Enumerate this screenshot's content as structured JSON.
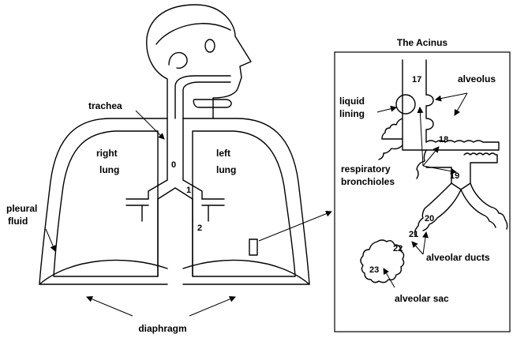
{
  "title": "The Acinus",
  "labels": {
    "trachea": "trachea",
    "right_lung": [
      "right",
      "lung"
    ],
    "left_lung": [
      "left",
      "lung"
    ],
    "pleural_fluid": [
      "pleural",
      "fluid"
    ],
    "diaphragm": "diaphragm",
    "liquid_lining": [
      "liquid",
      "lining"
    ],
    "alveolus": "alveolus",
    "respiratory_bronchioles": [
      "respiratory",
      "bronchioles"
    ],
    "alveolar_ducts": "alveolar ducts",
    "alveolar_sac": "alveolar sac"
  },
  "generations": {
    "g0": "0",
    "g1": "1",
    "g2": "2",
    "g17": "17",
    "g18": "18",
    "g19": "19",
    "g20": "20",
    "g21": "21",
    "g22": "22",
    "g23": "23"
  }
}
